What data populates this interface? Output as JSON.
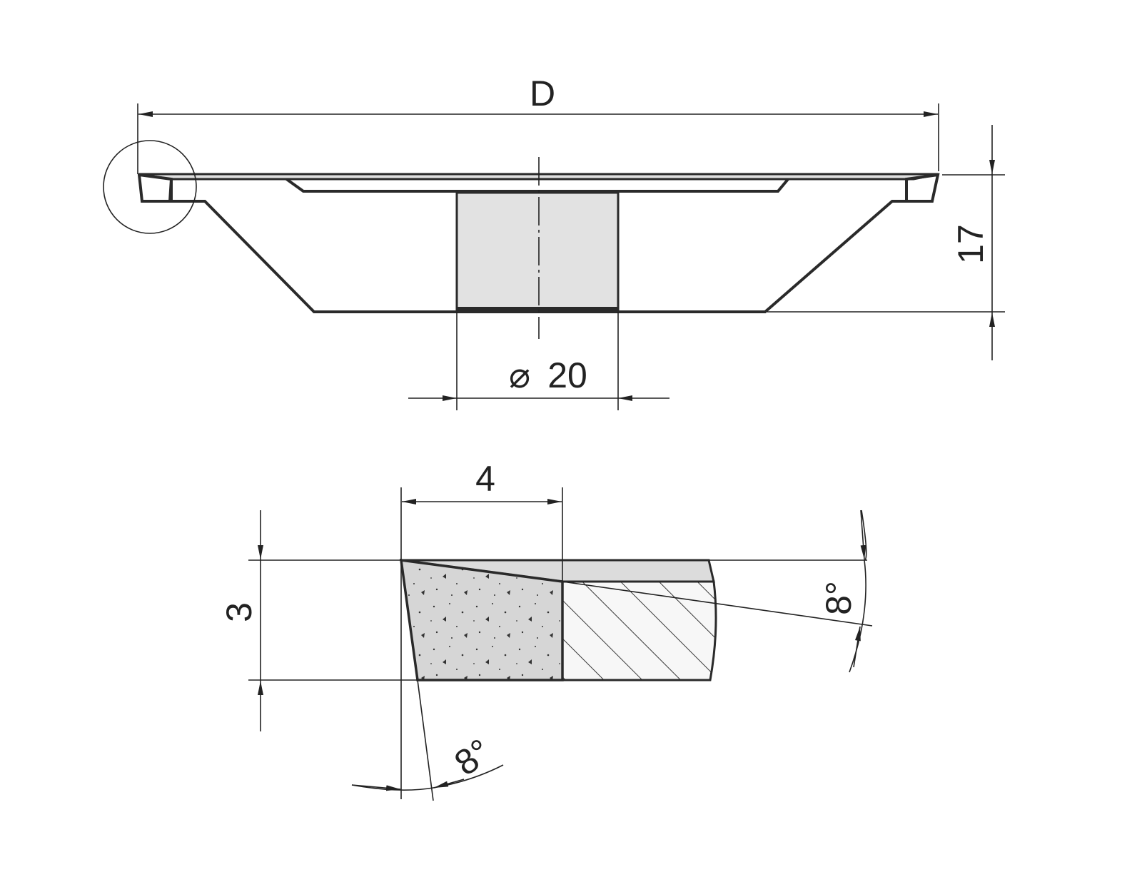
{
  "drawing": {
    "top_view": {
      "diameter_label": "D",
      "height_label": "17",
      "bore_label": "20",
      "bore_symbol": "⌀"
    },
    "detail_view": {
      "width_label": "4",
      "height_label": "3",
      "top_angle_label": "8°",
      "side_angle_label": "8°"
    },
    "colors": {
      "line": "#2a2a2a",
      "section_fill": "#f7f7f7",
      "abrasive_fill": "#d6d6d6",
      "bore_fill": "#e2e2e2"
    }
  }
}
